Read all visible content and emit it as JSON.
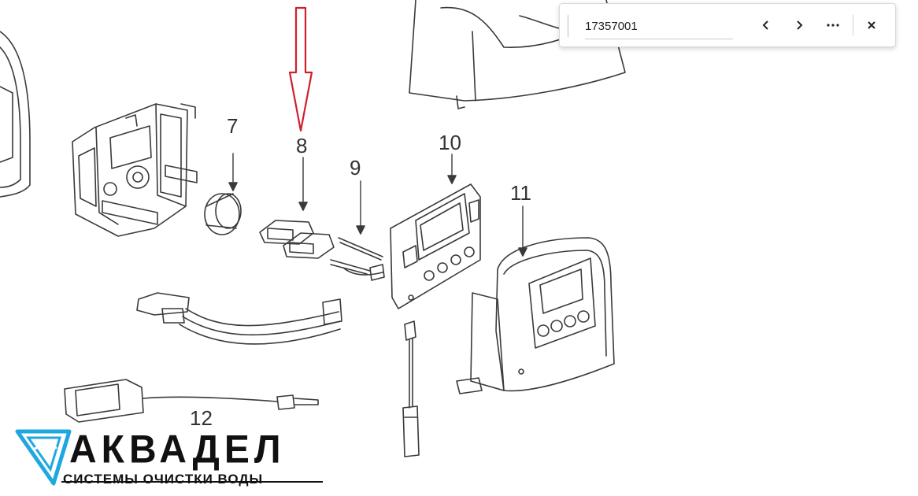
{
  "findbar": {
    "query": "17357001",
    "prev_icon": "chevron-left-icon",
    "next_icon": "chevron-right-icon",
    "more_icon": "more-horizontal-icon",
    "close_icon": "close-icon"
  },
  "diagram": {
    "labels": [
      "7",
      "8",
      "9",
      "10",
      "11",
      "12"
    ],
    "highlight_color": "#d0202a",
    "line_color": "#3a3a3a"
  },
  "logo": {
    "word": "АКВАДЕЛ",
    "tagline": "СИСТЕМЫ ОЧИСТКИ ВОДЫ",
    "accent_color": "#1fa8e0"
  }
}
